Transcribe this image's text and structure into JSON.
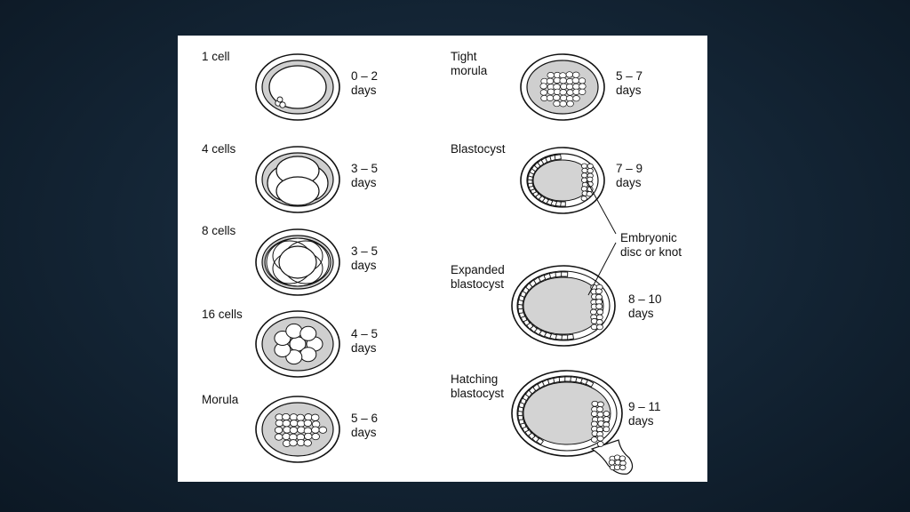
{
  "stages": [
    {
      "key": "one_cell",
      "label": "1 cell",
      "range": "0 – 2",
      "unit": "days"
    },
    {
      "key": "four_cells",
      "label": "4 cells",
      "range": "3 – 5",
      "unit": "days"
    },
    {
      "key": "eight_cells",
      "label": "8 cells",
      "range": "3 – 5",
      "unit": "days"
    },
    {
      "key": "sixteen_cells",
      "label": "16 cells",
      "range": "4 – 5",
      "unit": "days"
    },
    {
      "key": "morula",
      "label": "Morula",
      "range": "5 – 6",
      "unit": "days"
    },
    {
      "key": "tight_morula",
      "label": "Tight\nmorula",
      "range": "5 – 7",
      "unit": "days"
    },
    {
      "key": "blastocyst",
      "label": "Blastocyst",
      "range": "7 – 9",
      "unit": "days"
    },
    {
      "key": "expanded_blastocyst",
      "label": "Expanded\nblastocyst",
      "range": "8 – 10",
      "unit": "days"
    },
    {
      "key": "hatching_blastocyst",
      "label": "Hatching\nblastocyst",
      "range": "9 – 11",
      "unit": "days"
    }
  ],
  "callout": {
    "label": "Embryonic\ndisc or knot"
  },
  "colors": {
    "background": "#132434",
    "panel": "#ffffff",
    "zona": "#cfcfcf",
    "cavity": "#d3d3d3",
    "ink": "#111111"
  }
}
